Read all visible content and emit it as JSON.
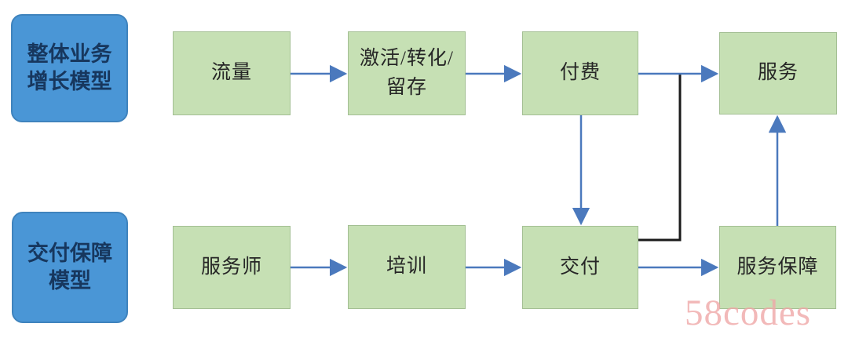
{
  "colors": {
    "model-fill": "#4a96d6",
    "model-border": "#3f83bd",
    "model-text": "#17375e",
    "node-fill": "#c6e0b4",
    "node-border": "#a3bf93",
    "node-text": "#262626",
    "arrow-blue": "#4b79bd",
    "connector-black": "#1a1a1a",
    "watermark-pink": "#f0a8a8"
  },
  "diagram": {
    "models": [
      {
        "label": "整体业务增长模型"
      },
      {
        "label": "交付保障模型"
      }
    ],
    "nodes": {
      "traffic": "流量",
      "activation": "激活/转化/留存",
      "payment": "付费",
      "service": "服务",
      "therapist": "服务师",
      "training": "培训",
      "delivery": "交付",
      "guarantee": "服务保障"
    },
    "edges": [
      {
        "from": "流量",
        "to": "激活/转化/留存",
        "style": "blue-arrow"
      },
      {
        "from": "激活/转化/留存",
        "to": "付费",
        "style": "blue-arrow"
      },
      {
        "from": "付费",
        "to": "服务",
        "style": "blue-arrow"
      },
      {
        "from": "付费",
        "to": "交付",
        "style": "blue-arrow"
      },
      {
        "from": "服务师",
        "to": "培训",
        "style": "blue-arrow"
      },
      {
        "from": "培训",
        "to": "交付",
        "style": "blue-arrow"
      },
      {
        "from": "交付",
        "to": "服务保障",
        "style": "blue-arrow"
      },
      {
        "from": "服务保障",
        "to": "服务",
        "style": "blue-arrow"
      },
      {
        "from": "交付",
        "to": "服务",
        "style": "black-elbow"
      }
    ]
  },
  "watermark": {
    "text": "58codes"
  }
}
